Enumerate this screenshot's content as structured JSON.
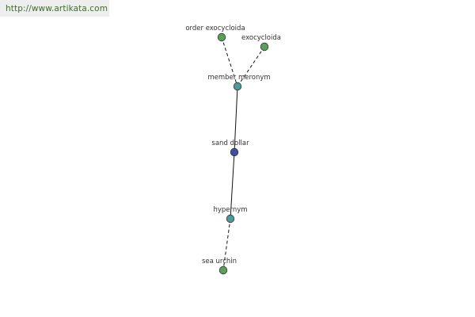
{
  "banner": {
    "url": "http://www.artikata.com"
  },
  "colors": {
    "leaf": "#5aa05a",
    "relation": "#4e9a9a",
    "center": "#3f4fa0",
    "edge": "#111111",
    "node_stroke": "#333333"
  },
  "graph": {
    "nodes": [
      {
        "id": "order-exocycloida",
        "label": "order exocycloida",
        "kind": "leaf"
      },
      {
        "id": "exocycloida",
        "label": "exocycloida",
        "kind": "leaf"
      },
      {
        "id": "member-meronym",
        "label": "member meronym",
        "kind": "relation"
      },
      {
        "id": "sand-dollar",
        "label": "sand dollar",
        "kind": "center"
      },
      {
        "id": "hypernym",
        "label": "hypernym",
        "kind": "relation"
      },
      {
        "id": "sea-urchin",
        "label": "sea urchin",
        "kind": "leaf"
      }
    ],
    "edges": [
      {
        "from": "order-exocycloida",
        "to": "member-meronym",
        "style": "dashed"
      },
      {
        "from": "exocycloida",
        "to": "member-meronym",
        "style": "dashed"
      },
      {
        "from": "member-meronym",
        "to": "sand-dollar",
        "style": "solid"
      },
      {
        "from": "sand-dollar",
        "to": "hypernym",
        "style": "solid"
      },
      {
        "from": "hypernym",
        "to": "sea-urchin",
        "style": "dashed"
      }
    ]
  }
}
